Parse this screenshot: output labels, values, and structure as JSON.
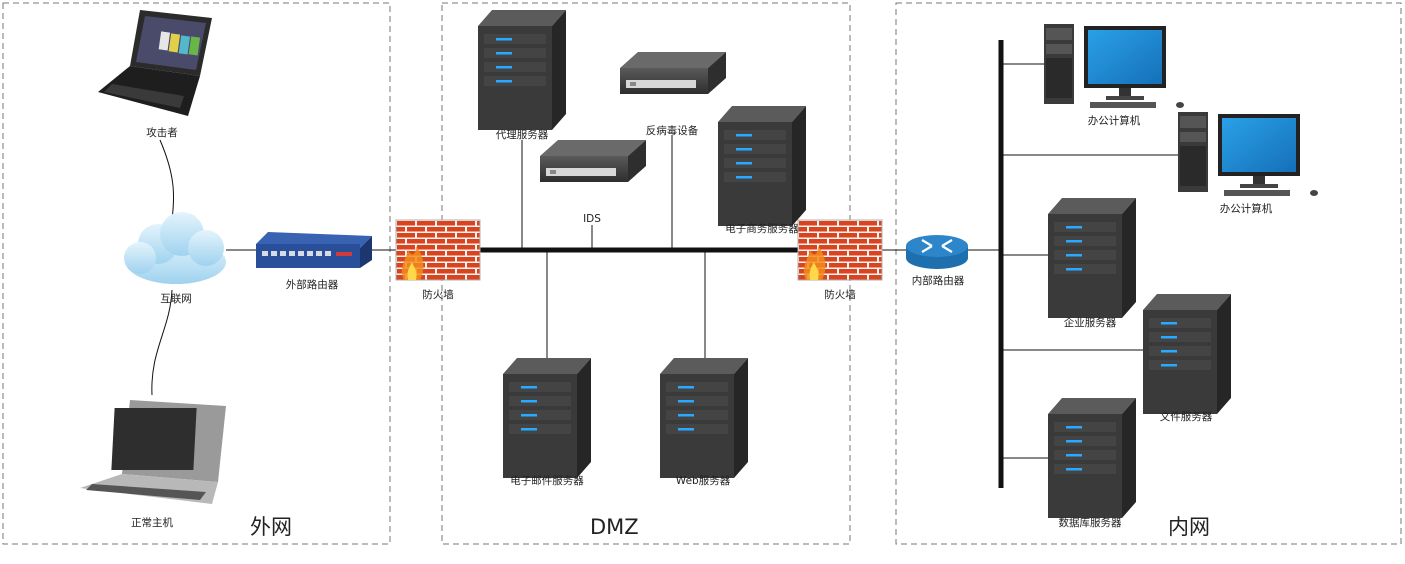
{
  "zones": {
    "external": "外网",
    "dmz": "DMZ",
    "internal": "内网"
  },
  "labels": {
    "attacker": "攻击者",
    "internet": "互联网",
    "external_router": "外部路由器",
    "normal_host": "正常主机",
    "firewall_outer": "防火墙",
    "proxy_server": "代理服务器",
    "antivirus_device": "反病毒设备",
    "ids": "IDS",
    "ecommerce_server": "电子商务服务器",
    "email_server": "电子邮件服务器",
    "web_server": "Web服务器",
    "firewall_inner": "防火墙",
    "internal_router": "内部路由器",
    "office_pc_1": "办公计算机",
    "office_pc_2": "办公计算机",
    "enterprise_server": "企业服务器",
    "file_server": "文件服务器",
    "database_server": "数据库服务器"
  },
  "icons": {
    "attacker": "laptop-icon",
    "internet": "cloud-icon",
    "external_router": "router-icon",
    "normal_host": "laptop-icon",
    "firewall": "firewall-icon",
    "server": "tower-server-icon",
    "appliance": "rack-appliance-icon",
    "internal_router": "router-icon",
    "workstation": "desktop-computer-icon"
  },
  "colors": {
    "firewall_brick": "#d9431e",
    "router_blue": "#2a4f9a",
    "internal_router": "#2c86c9",
    "server_body": "#3a3a3a",
    "server_led": "#29a9ff",
    "monitor_screen": "#1e8fd8",
    "cloud": "#bfe2f5",
    "zone_border": "#777777"
  }
}
